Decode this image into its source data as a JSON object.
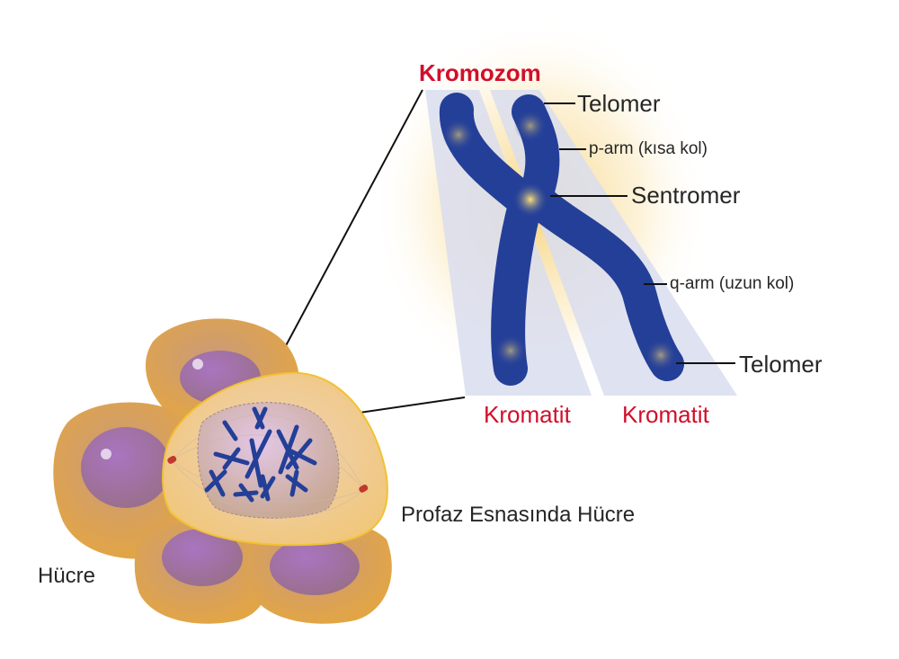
{
  "title": "Kromozom",
  "labels": {
    "telomer_top": "Telomer",
    "p_arm": "p-arm (kısa kol)",
    "sentromer": "Sentromer",
    "q_arm": "q-arm (uzun kol)",
    "telomer_bottom": "Telomer",
    "kromatit_left": "Kromatit",
    "kromatit_right": "Kromatit",
    "profaz_cell": "Profaz Esnasında Hücre",
    "cell": "Hücre"
  },
  "colors": {
    "title_red": "#d10f2b",
    "chromosome_blue": "#243f98",
    "band": "#d9ddef",
    "cell_orange": "#e3a84a",
    "nucleus_purple": "#9a6aa6"
  }
}
